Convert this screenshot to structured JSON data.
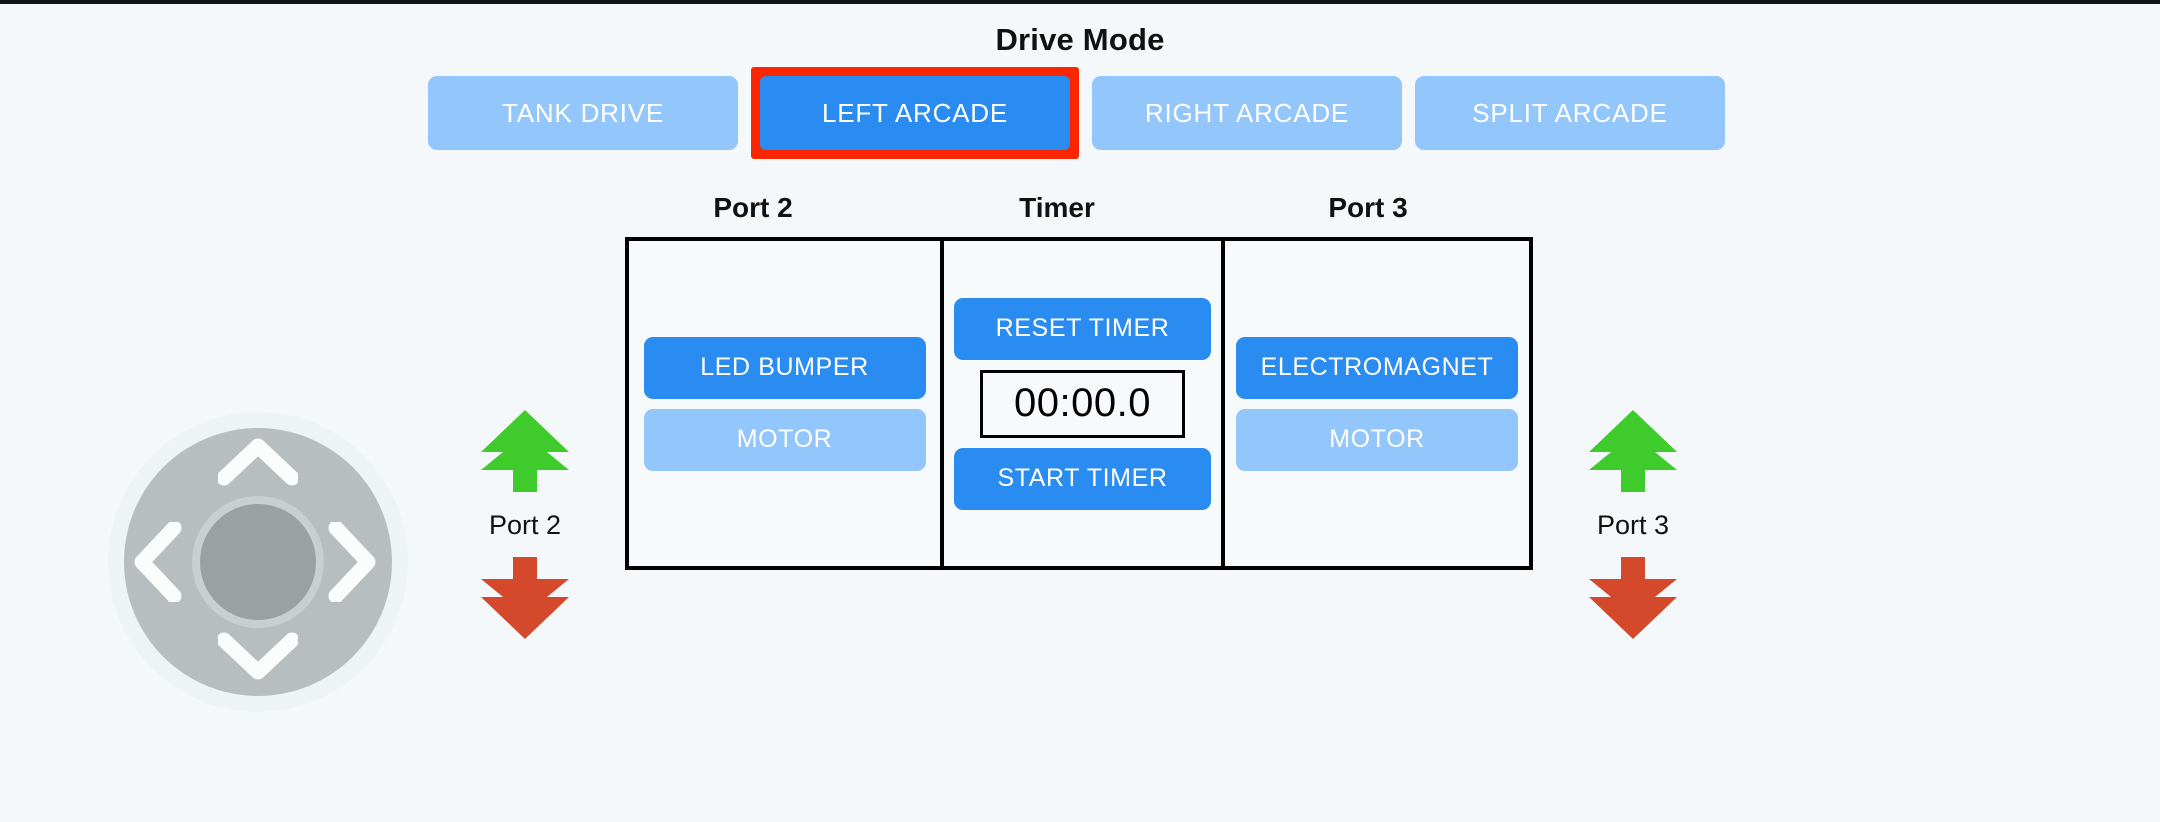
{
  "theme": {
    "background": "#f4f8fa",
    "accent_active": "#2a8cf0",
    "accent_inactive": "#93c6fb",
    "highlight_border": "#fb2600",
    "arrow_up": "#3ecb2b",
    "arrow_down": "#d4492b",
    "panel_border": "#000000",
    "text_dark": "#111111"
  },
  "header": {
    "title": "Drive Mode"
  },
  "drive_modes": [
    {
      "label": "TANK DRIVE",
      "active": false,
      "highlighted": false
    },
    {
      "label": "LEFT ARCADE",
      "active": true,
      "highlighted": true
    },
    {
      "label": "RIGHT ARCADE",
      "active": false,
      "highlighted": false
    },
    {
      "label": "SPLIT ARCADE",
      "active": false,
      "highlighted": false
    }
  ],
  "panel": {
    "headings": {
      "port2": "Port 2",
      "timer": "Timer",
      "port3": "Port 3"
    },
    "port2_column": {
      "primary_button": "LED BUMPER",
      "secondary_button": "MOTOR"
    },
    "timer_column": {
      "reset_button": "RESET TIMER",
      "display_value": "00:00.0",
      "start_button": "START TIMER"
    },
    "port3_column": {
      "primary_button": "ELECTROMAGNET",
      "secondary_button": "MOTOR"
    }
  },
  "dpad": {
    "up_icon": "chevron-up-icon",
    "down_icon": "chevron-down-icon",
    "left_icon": "chevron-left-icon",
    "right_icon": "chevron-right-icon"
  },
  "port_controls": [
    {
      "label": "Port 2",
      "up_icon": "arrow-up-icon",
      "down_icon": "arrow-down-icon"
    },
    {
      "label": "Port 3",
      "up_icon": "arrow-up-icon",
      "down_icon": "arrow-down-icon"
    }
  ]
}
